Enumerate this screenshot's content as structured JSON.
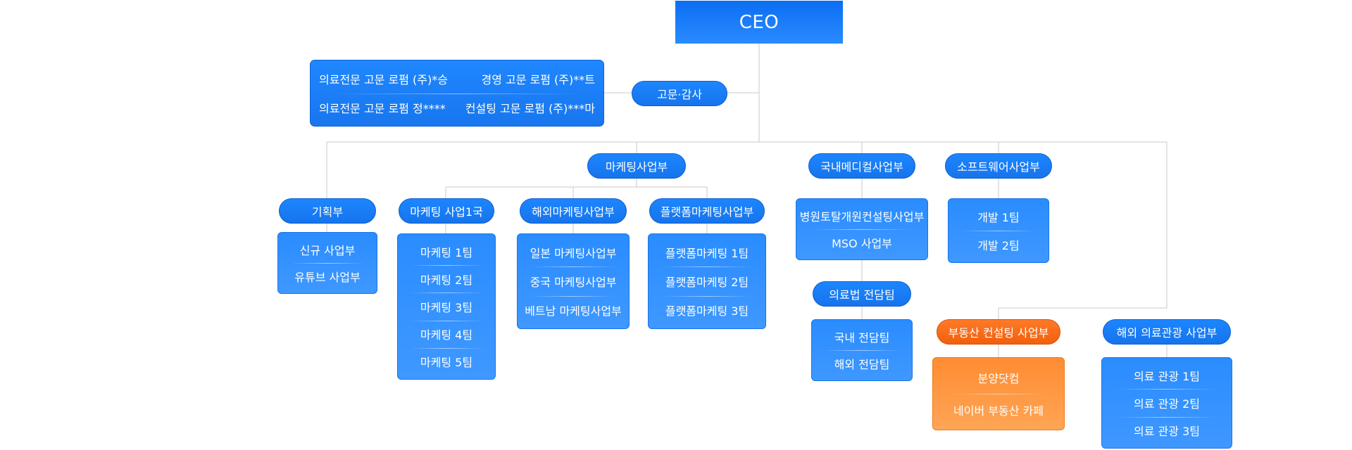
{
  "ceo": "CEO",
  "advisory": {
    "label": "고문·감사",
    "members": [
      "의료전문 고문 로펌 (주)*승",
      "경영 고문 로펌 (주)**트",
      "의료전문 고문 로펌 정****",
      "컨설팅 고문 로펌 (주)***마"
    ]
  },
  "planning": {
    "label": "기획부",
    "items": [
      "신규 사업부",
      "유튜브 사업부"
    ]
  },
  "marketing": {
    "label": "마케팅사업부",
    "bureau1": {
      "label": "마케팅 사업1국",
      "items": [
        "마케팅 1팀",
        "마케팅 2팀",
        "마케팅 3팀",
        "마케팅 4팀",
        "마케팅 5팀"
      ]
    },
    "overseas": {
      "label": "해외마케팅사업부",
      "items": [
        "일본 마케팅사업부",
        "중국 마케팅사업부",
        "베트남 마케팅사업부"
      ]
    },
    "platform": {
      "label": "플랫폼마케팅사업부",
      "items": [
        "플랫폼마케팅 1팀",
        "플랫폼마케팅 2팀",
        "플랫폼마케팅 3팀"
      ]
    }
  },
  "domestic": {
    "label": "국내메디컬사업부",
    "items": [
      "병원토탈개원컨설팅사업부",
      "MSO 사업부"
    ],
    "law": {
      "label": "의료법 전담팀",
      "items": [
        "국내 전담팀",
        "해외 전담팀"
      ]
    }
  },
  "software": {
    "label": "소프트웨어사업부",
    "items": [
      "개발 1팀",
      "개발 2팀"
    ]
  },
  "realestate": {
    "label": "부동산 컨설팅 사업부",
    "items": [
      "분양닷컴",
      "네이버 부동산 카페"
    ]
  },
  "tourism": {
    "label": "해외 의료관광 사업부",
    "items": [
      "의료 관광 1팀",
      "의료 관광 2팀",
      "의료 관광 3팀"
    ]
  },
  "colors": {
    "blue": "#1c86ff",
    "orange": "#f26a1b",
    "line": "#c9c9c9"
  }
}
